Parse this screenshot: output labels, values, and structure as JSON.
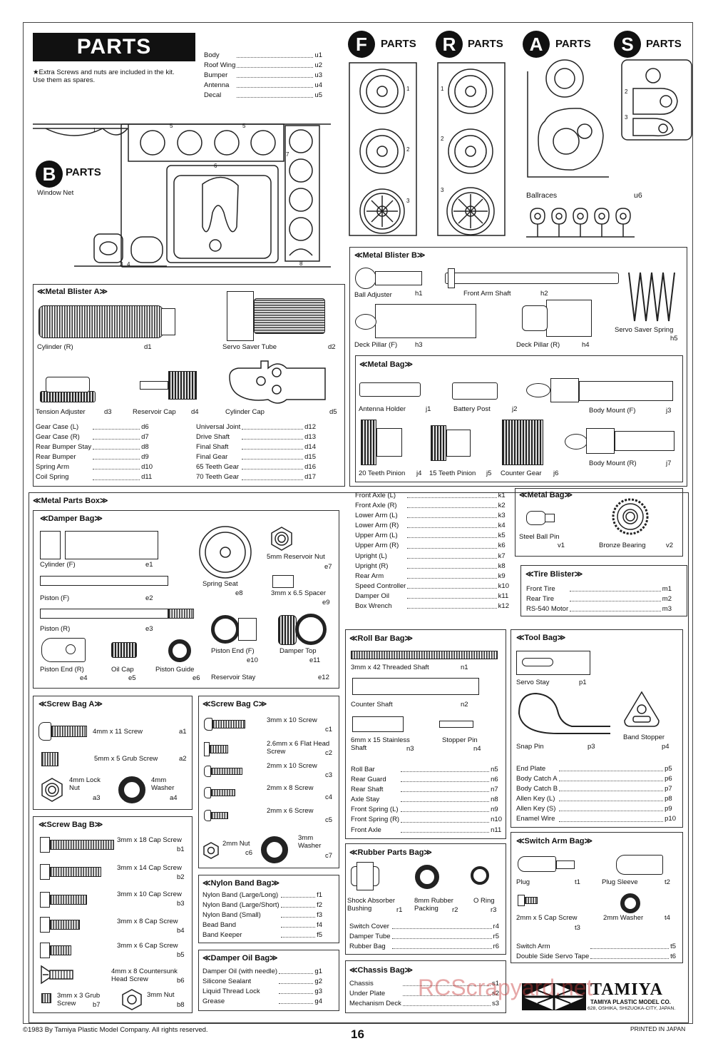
{
  "header": {
    "title": "PARTS",
    "note": "★Extra Screws and nuts are included in the kit. Use them as spares.",
    "body_parts": [
      {
        "name": "Body",
        "code": "u1"
      },
      {
        "name": "Roof Wing",
        "code": "u2"
      },
      {
        "name": "Bumper",
        "code": "u3"
      },
      {
        "name": "Antenna",
        "code": "u4"
      },
      {
        "name": "Decal",
        "code": "u5"
      }
    ]
  },
  "sprues": {
    "b_letter": "B",
    "parts_word": "PARTS",
    "b_sub": "Window Net",
    "f_letter": "F",
    "r_letter": "R",
    "a_letter": "A",
    "s_letter": "S",
    "ballraces": "Ballraces",
    "ballraces_code": "u6",
    "num1": "1",
    "num2": "2",
    "num3": "3",
    "num4": "4",
    "num5": "5",
    "num6": "6",
    "num7": "7",
    "num8": "8"
  },
  "metal_blister_a": {
    "title": "≪Metal Blister A≫",
    "parts": [
      {
        "name": "Cylinder (R)",
        "code": "d1"
      },
      {
        "name": "Servo Saver Tube",
        "code": "d2"
      },
      {
        "name": "Tension Adjuster",
        "code": "d3"
      },
      {
        "name": "Reservoir Cap",
        "code": "d4"
      },
      {
        "name": "Cylinder Cap",
        "code": "d5"
      }
    ],
    "list_left": [
      {
        "name": "Gear Case (L)",
        "code": "d6"
      },
      {
        "name": "Gear Case (R)",
        "code": "d7"
      },
      {
        "name": "Rear Bumper Stay",
        "code": "d8"
      },
      {
        "name": "Rear Bumper",
        "code": "d9"
      },
      {
        "name": "Spring Arm",
        "code": "d10"
      },
      {
        "name": "Coil Spring",
        "code": "d11"
      }
    ],
    "list_right": [
      {
        "name": "Universal Joint",
        "code": "d12"
      },
      {
        "name": "Drive Shaft",
        "code": "d13"
      },
      {
        "name": "Final Shaft",
        "code": "d14"
      },
      {
        "name": "Final Gear",
        "code": "d15"
      },
      {
        "name": "65 Teeth Gear",
        "code": "d16"
      },
      {
        "name": "70 Teeth Gear",
        "code": "d17"
      }
    ]
  },
  "metal_blister_b": {
    "title": "≪Metal Blister B≫",
    "parts": [
      {
        "name": "Ball Adjuster",
        "code": "h1"
      },
      {
        "name": "Front Arm Shaft",
        "code": "h2"
      },
      {
        "name": "Servo Saver Spring",
        "code": "h5"
      },
      {
        "name": "Deck Pillar (F)",
        "code": "h3"
      },
      {
        "name": "Deck Pillar (R)",
        "code": "h4"
      }
    ]
  },
  "metal_bag_j": {
    "title": "≪Metal Bag≫",
    "parts": [
      {
        "name": "Antenna Holder",
        "code": "j1"
      },
      {
        "name": "Battery Post",
        "code": "j2"
      },
      {
        "name": "Body Mount (F)",
        "code": "j3"
      },
      {
        "name": "20 Teeth Pinion",
        "code": "j4"
      },
      {
        "name": "15 Teeth Pinion",
        "code": "j5"
      },
      {
        "name": "Counter Gear",
        "code": "j6"
      },
      {
        "name": "Body Mount (R)",
        "code": "j7"
      }
    ]
  },
  "k_list": [
    {
      "name": "Front Axle (L)",
      "code": "k1"
    },
    {
      "name": "Front Axle (R)",
      "code": "k2"
    },
    {
      "name": "Lower Arm (L)",
      "code": "k3"
    },
    {
      "name": "Lower Arm (R)",
      "code": "k4"
    },
    {
      "name": "Upper Arm (L)",
      "code": "k5"
    },
    {
      "name": "Upper Arm (R)",
      "code": "k6"
    },
    {
      "name": "Upright (L)",
      "code": "k7"
    },
    {
      "name": "Upright (R)",
      "code": "k8"
    },
    {
      "name": "Rear Arm",
      "code": "k9"
    },
    {
      "name": "Speed Controller",
      "code": "k10"
    },
    {
      "name": "Damper Oil",
      "code": "k11"
    },
    {
      "name": "Box Wrench",
      "code": "k12"
    }
  ],
  "metal_bag_v": {
    "title": "≪Metal Bag≫",
    "parts": [
      {
        "name": "Steel Ball Pin",
        "code": "v1"
      },
      {
        "name": "Bronze Bearing",
        "code": "v2"
      }
    ]
  },
  "tire_blister": {
    "title": "≪Tire Blister≫",
    "list": [
      {
        "name": "Front Tire",
        "code": "m1"
      },
      {
        "name": "Rear Tire",
        "code": "m2"
      },
      {
        "name": "RS-540 Motor",
        "code": "m3"
      }
    ]
  },
  "metal_parts_box": {
    "title": "≪Metal Parts Box≫"
  },
  "damper_bag": {
    "title": "≪Damper Bag≫",
    "parts": [
      {
        "name": "Cylinder (F)",
        "code": "e1"
      },
      {
        "name": "Piston (F)",
        "code": "e2"
      },
      {
        "name": "Piston (R)",
        "code": "e3"
      },
      {
        "name": "Piston End (R)",
        "code": "e4"
      },
      {
        "name": "Oil Cap",
        "code": "e5"
      },
      {
        "name": "Piston Guide",
        "code": "e6"
      },
      {
        "name": "5mm Reservoir Nut",
        "code": "e7"
      },
      {
        "name": "Spring Seat",
        "code": "e8"
      },
      {
        "name": "3mm x 6.5 Spacer",
        "code": "e9"
      },
      {
        "name": "Piston End (F)",
        "code": "e10"
      },
      {
        "name": "Damper Top",
        "code": "e11"
      },
      {
        "name": "Reservoir Stay",
        "code": "e12"
      }
    ]
  },
  "screw_bag_a": {
    "title": "≪Screw Bag A≫",
    "parts": [
      {
        "name": "4mm x 11 Screw",
        "code": "a1"
      },
      {
        "name": "5mm x 5 Grub Screw",
        "code": "a2"
      },
      {
        "name": "4mm Lock Nut",
        "code": "a3"
      },
      {
        "name": "4mm Washer",
        "code": "a4"
      }
    ]
  },
  "screw_bag_c": {
    "title": "≪Screw Bag C≫",
    "parts": [
      {
        "name": "3mm x 10 Screw",
        "code": "c1"
      },
      {
        "name": "2.6mm x 6 Flat Head Screw",
        "code": "c2"
      },
      {
        "name": "2mm x 10 Screw",
        "code": "c3"
      },
      {
        "name": "2mm x 8 Screw",
        "code": "c4"
      },
      {
        "name": "2mm x 6 Screw",
        "code": "c5"
      },
      {
        "name": "2mm Nut",
        "code": "c6"
      },
      {
        "name": "3mm Washer",
        "code": "c7"
      }
    ]
  },
  "screw_bag_b": {
    "title": "≪Screw Bag B≫",
    "parts": [
      {
        "name": "3mm x 18 Cap Screw",
        "code": "b1"
      },
      {
        "name": "3mm x 14 Cap Screw",
        "code": "b2"
      },
      {
        "name": "3mm x 10 Cap Screw",
        "code": "b3"
      },
      {
        "name": "3mm x 8 Cap Screw",
        "code": "b4"
      },
      {
        "name": "3mm x 6 Cap Screw",
        "code": "b5"
      },
      {
        "name": "4mm x 8 Countersunk Head Screw",
        "code": "b6"
      },
      {
        "name": "3mm x 3 Grub Screw",
        "code": "b7"
      },
      {
        "name": "3mm Nut",
        "code": "b8"
      }
    ]
  },
  "nylon_band_bag": {
    "title": "≪Nylon Band Bag≫",
    "list": [
      {
        "name": "Nylon Band (Large/Long)",
        "code": "f1"
      },
      {
        "name": "Nylon Band (Large/Short)",
        "code": "f2"
      },
      {
        "name": "Nylon Band (Small)",
        "code": "f3"
      },
      {
        "name": "Bead Band",
        "code": "f4"
      },
      {
        "name": "Band Keeper",
        "code": "f5"
      }
    ]
  },
  "damper_oil_bag": {
    "title": "≪Damper Oil Bag≫",
    "list": [
      {
        "name": "Damper Oil (with needle)",
        "code": "g1"
      },
      {
        "name": "Silicone Sealant",
        "code": "g2"
      },
      {
        "name": "Liquid Thread Lock",
        "code": "g3"
      },
      {
        "name": "Grease",
        "code": "g4"
      }
    ]
  },
  "roll_bar_bag": {
    "title": "≪Roll Bar Bag≫",
    "parts": [
      {
        "name": "3mm x 42 Threaded Shaft",
        "code": "n1"
      },
      {
        "name": "Counter Shaft",
        "code": "n2"
      },
      {
        "name": "6mm x 15 Stainless Shaft",
        "code": "n3"
      },
      {
        "name": "Stopper Pin",
        "code": "n4"
      }
    ],
    "list": [
      {
        "name": "Roll Bar",
        "code": "n5"
      },
      {
        "name": "Rear Guard",
        "code": "n6"
      },
      {
        "name": "Rear Shaft",
        "code": "n7"
      },
      {
        "name": "Axle Stay",
        "code": "n8"
      },
      {
        "name": "Front Spring (L)",
        "code": "n9"
      },
      {
        "name": "Front Spring (R)",
        "code": "n10"
      },
      {
        "name": "Front Axle",
        "code": "n11"
      }
    ]
  },
  "tool_bag": {
    "title": "≪Tool Bag≫",
    "parts": [
      {
        "name": "Servo Stay",
        "code": "p1"
      },
      {
        "name": "Snap Pin",
        "code": "p3"
      },
      {
        "name": "Band Stopper",
        "code": "p4"
      }
    ],
    "list": [
      {
        "name": "End Plate",
        "code": "p5"
      },
      {
        "name": "Body Catch A",
        "code": "p6"
      },
      {
        "name": "Body Catch B",
        "code": "p7"
      },
      {
        "name": "Allen Key (L)",
        "code": "p8"
      },
      {
        "name": "Allen Key (S)",
        "code": "p9"
      },
      {
        "name": "Enamel Wire",
        "code": "p10"
      }
    ]
  },
  "rubber_parts_bag": {
    "title": "≪Rubber Parts Bag≫",
    "parts": [
      {
        "name": "Shock Absorber Bushing",
        "code": "r1"
      },
      {
        "name": "8mm Rubber Packing",
        "code": "r2"
      },
      {
        "name": "O Ring",
        "code": "r3"
      }
    ],
    "list": [
      {
        "name": "Switch Cover",
        "code": "r4"
      },
      {
        "name": "Damper Tube",
        "code": "r5"
      },
      {
        "name": "Rubber Bag",
        "code": "r6"
      }
    ]
  },
  "switch_arm_bag": {
    "title": "≪Switch Arm Bag≫",
    "parts": [
      {
        "name": "Plug",
        "code": "t1"
      },
      {
        "name": "Plug Sleeve",
        "code": "t2"
      },
      {
        "name": "2mm x 5 Cap Screw",
        "code": "t3"
      },
      {
        "name": "2mm Washer",
        "code": "t4"
      }
    ],
    "list": [
      {
        "name": "Switch Arm",
        "code": "t5"
      },
      {
        "name": "Double Side Servo Tape",
        "code": "t6"
      }
    ]
  },
  "chassis_bag": {
    "title": "≪Chassis Bag≫",
    "list": [
      {
        "name": "Chassis",
        "code": "s1"
      },
      {
        "name": "Under Plate",
        "code": "s2"
      },
      {
        "name": "Mechanism Deck",
        "code": "s3"
      }
    ]
  },
  "logo": {
    "brand": "TAMIYA",
    "company": "TAMIYA PLASTIC MODEL CO.",
    "address": "628, OSHIKA, SHIZUOKA-CITY, JAPAN."
  },
  "watermark": "RCScrapyard.net",
  "footer": {
    "copyright": "©1983 By Tamiya Plastic Model Company. All rights reserved.",
    "page": "16",
    "printed": "PRINTED IN JAPAN"
  }
}
